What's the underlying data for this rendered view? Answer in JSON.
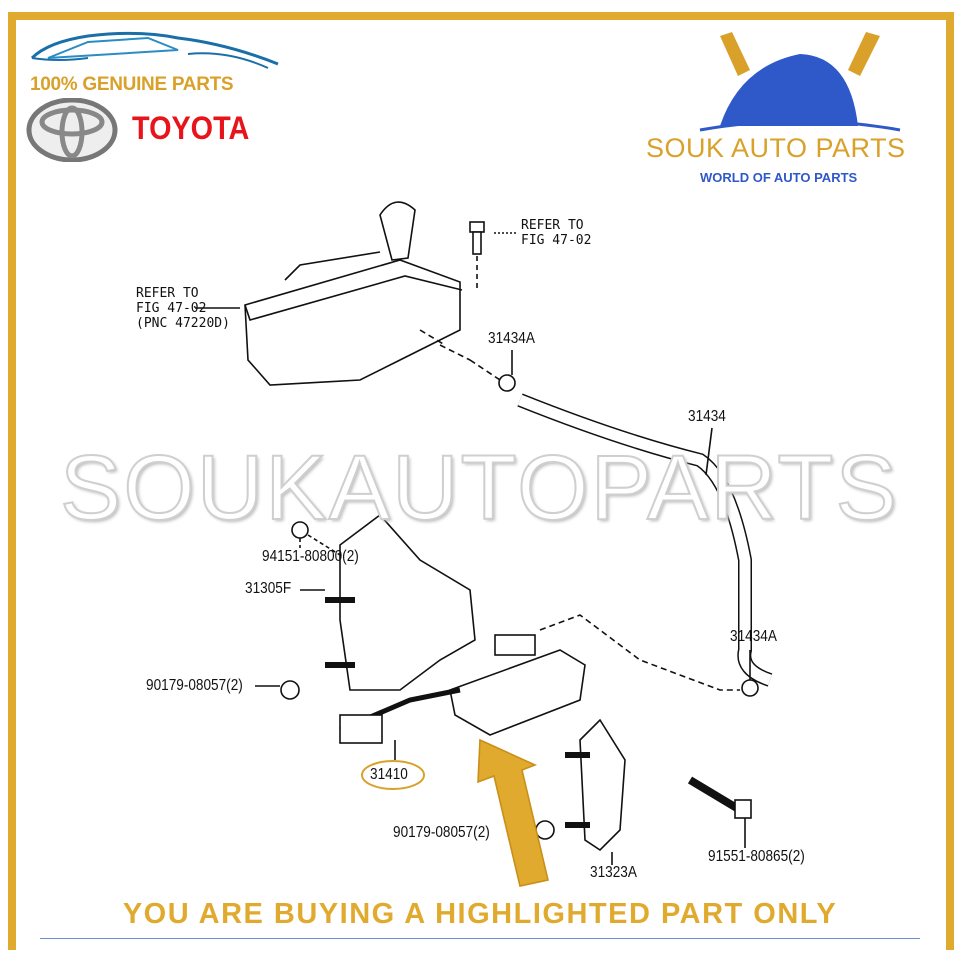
{
  "branding": {
    "genuine_label": "100% GENUINE PARTS",
    "toyota_label": "TOYOTA",
    "store_name": "SOUK AUTO PARTS",
    "store_tagline": "WORLD OF AUTO PARTS",
    "watermark": "SOUKAUTOPARTS"
  },
  "diagram": {
    "refer_top_right": "REFER TO\nFIG 47-02",
    "refer_left": "REFER TO\nFIG 47-02\n(PNC 47220D)",
    "parts": {
      "p31434A_top": "31434A",
      "p31434": "31434",
      "p94151": "94151-80800(2)",
      "p31305F": "31305F",
      "p31434A_right": "31434A",
      "p90179_left": "90179-08057(2)",
      "p31410": "31410",
      "p90179_bottom": "90179-08057(2)",
      "p31323A": "31323A",
      "p91551": "91551-80865(2)"
    },
    "highlighted_part": "31410"
  },
  "footer": {
    "notice": "YOU ARE BUYING A HIGHLIGHTED PART ONLY"
  },
  "colors": {
    "gold": "#e0aa2e",
    "red": "#e8141c",
    "blue": "#2f58c8"
  }
}
